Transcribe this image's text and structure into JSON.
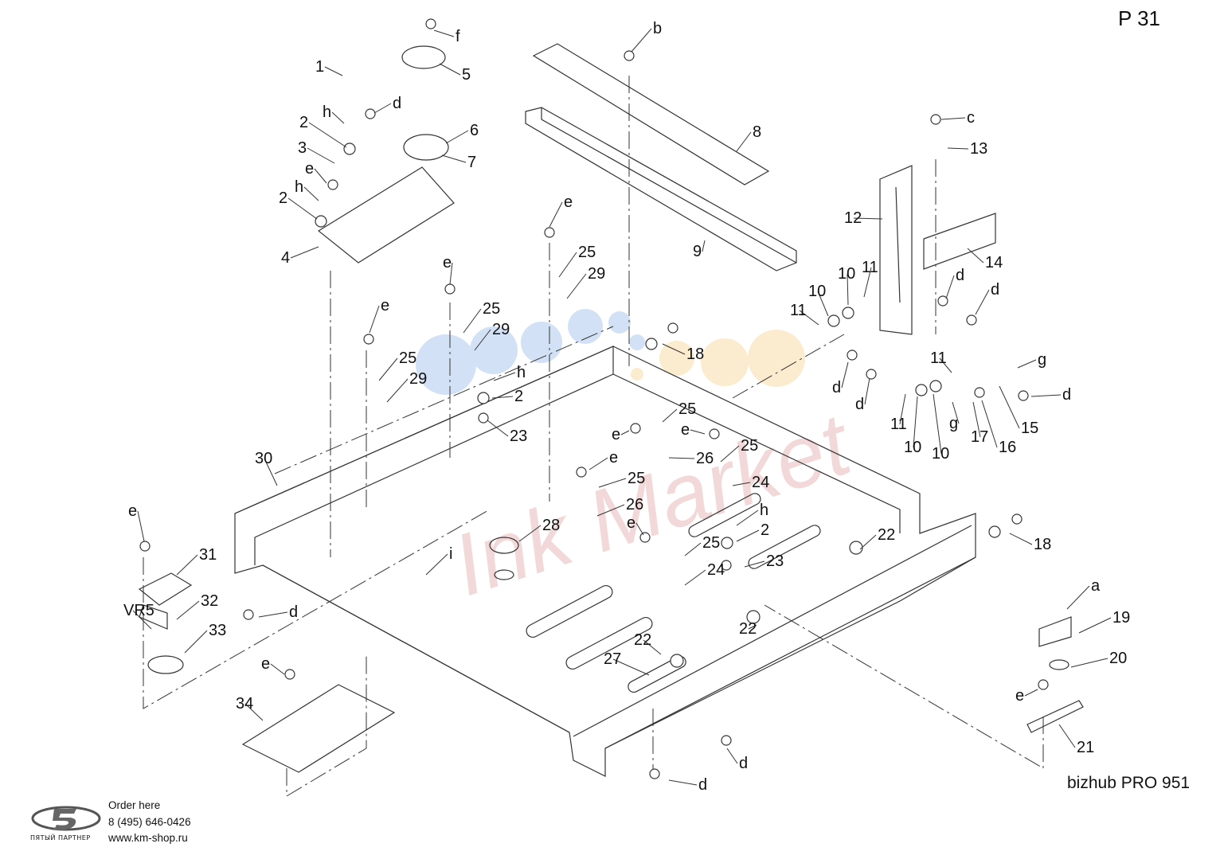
{
  "page_number": "P 31",
  "model": "bizhub PRO 951",
  "watermark_text": "Ink Market",
  "footer": {
    "brand": "ПЯТЫЙ ПАРТНЕР",
    "order_label": "Order here",
    "phone": "8 (495) 646-0426",
    "url": "www.km-shop.ru"
  },
  "colors": {
    "line": "#333333",
    "watermark_red": "#e8b9b9",
    "dot_blue": "#c5d7f3",
    "dot_yellow": "#fbe6bf"
  },
  "callouts": [
    {
      "text": "1"
    },
    {
      "text": "2"
    },
    {
      "text": "3"
    },
    {
      "text": "2"
    },
    {
      "text": "4"
    },
    {
      "text": "h"
    },
    {
      "text": "h"
    },
    {
      "text": "e"
    },
    {
      "text": "d"
    },
    {
      "text": "f"
    },
    {
      "text": "5"
    },
    {
      "text": "6"
    },
    {
      "text": "7"
    },
    {
      "text": "b"
    },
    {
      "text": "8"
    },
    {
      "text": "9"
    },
    {
      "text": "c"
    },
    {
      "text": "13"
    },
    {
      "text": "12"
    },
    {
      "text": "14"
    },
    {
      "text": "10"
    },
    {
      "text": "11"
    },
    {
      "text": "10"
    },
    {
      "text": "11"
    },
    {
      "text": "d"
    },
    {
      "text": "d"
    },
    {
      "text": "d"
    },
    {
      "text": "d"
    },
    {
      "text": "11"
    },
    {
      "text": "g"
    },
    {
      "text": "d"
    },
    {
      "text": "11"
    },
    {
      "text": "10"
    },
    {
      "text": "10"
    },
    {
      "text": "g"
    },
    {
      "text": "17"
    },
    {
      "text": "16"
    },
    {
      "text": "15"
    },
    {
      "text": "18"
    },
    {
      "text": "e"
    },
    {
      "text": "25"
    },
    {
      "text": "29"
    },
    {
      "text": "e"
    },
    {
      "text": "25"
    },
    {
      "text": "29"
    },
    {
      "text": "e"
    },
    {
      "text": "25"
    },
    {
      "text": "29"
    },
    {
      "text": "h"
    },
    {
      "text": "2"
    },
    {
      "text": "23"
    },
    {
      "text": "25"
    },
    {
      "text": "e"
    },
    {
      "text": "e"
    },
    {
      "text": "26"
    },
    {
      "text": "25"
    },
    {
      "text": "e"
    },
    {
      "text": "25"
    },
    {
      "text": "24"
    },
    {
      "text": "26"
    },
    {
      "text": "h"
    },
    {
      "text": "2"
    },
    {
      "text": "28"
    },
    {
      "text": "e"
    },
    {
      "text": "25"
    },
    {
      "text": "23"
    },
    {
      "text": "24"
    },
    {
      "text": "22"
    },
    {
      "text": "18"
    },
    {
      "text": "30"
    },
    {
      "text": "i"
    },
    {
      "text": "e"
    },
    {
      "text": "31"
    },
    {
      "text": "32"
    },
    {
      "text": "VR5"
    },
    {
      "text": "33"
    },
    {
      "text": "d"
    },
    {
      "text": "22"
    },
    {
      "text": "22"
    },
    {
      "text": "27"
    },
    {
      "text": "e"
    },
    {
      "text": "34"
    },
    {
      "text": "d"
    },
    {
      "text": "d"
    },
    {
      "text": "a"
    },
    {
      "text": "19"
    },
    {
      "text": "20"
    },
    {
      "text": "e"
    },
    {
      "text": "21"
    }
  ]
}
